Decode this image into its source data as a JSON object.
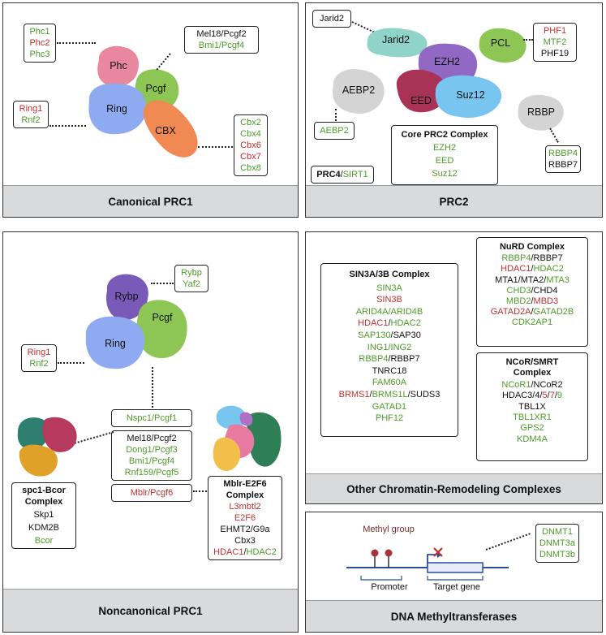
{
  "panels": {
    "canonical_prc1": {
      "title": "Canonical PRC1",
      "blobs": {
        "phc": "Phc",
        "pcgf": "Pcgf",
        "ring": "Ring",
        "cbx": "CBX"
      },
      "phc_list": [
        "Phc1",
        "Phc2",
        "Phc3"
      ],
      "pcgf_list": [
        "Mel18/Pcgf2",
        "Bmi1/Pcgf4"
      ],
      "ring_list": [
        "Ring1",
        "Rnf2"
      ],
      "cbx_list": [
        "Cbx2",
        "Cbx4",
        "Cbx6",
        "Cbx7",
        "Cbx8"
      ]
    },
    "prc2": {
      "title": "PRC2",
      "blobs": {
        "jarid2": "Jarid2",
        "ezh2": "EZH2",
        "pcl": "PCL",
        "aebp2": "AEBP2",
        "eed": "EED",
        "suz12": "Suz12",
        "rbbp": "RBBP"
      },
      "jarid2_label": "Jarid2",
      "aebp2_label": "AEBP2",
      "pcl_list": [
        "PHF1",
        "MTF2",
        "PHF19"
      ],
      "core_title": "Core PRC2 Complex",
      "core_list": [
        "EZH2",
        "EED",
        "Suz12"
      ],
      "rbbp_list": [
        "RBBP4",
        "RBBP7"
      ],
      "prc4": {
        "a": "PRC4",
        "sep": "/",
        "b": "SIRT1"
      }
    },
    "noncanonical_prc1": {
      "title": "Noncanonical PRC1",
      "blobs": {
        "rybp": "Rybp",
        "pcgf": "Pcgf",
        "ring": "Ring"
      },
      "rybp_list": [
        "Rybp",
        "Yaf2"
      ],
      "ring_list": [
        "Ring1",
        "Rnf2"
      ],
      "nspc1": "Nspc1/Pcgf1",
      "pcgf_list": [
        "Mel18/Pcgf2",
        "Dong1/Pcgf3",
        "Bmi1/Pcgf4",
        "Rnf159/Pcgf5"
      ],
      "mblr": "Mblr/Pcgf6",
      "spc1_title": [
        "spc1-Bcor",
        "Complex"
      ],
      "spc1_list": [
        "Skp1",
        "KDM2B",
        "Bcor"
      ],
      "mblr_title": [
        "Mblr-E2F6",
        "Complex"
      ],
      "mblr_list": [
        "L3mbtl2",
        "E2F6",
        "EHMT2/G9a",
        "Cbx3"
      ],
      "mblr_hdac": {
        "a": "HDAC1",
        "sep": "/",
        "b": "HDAC2"
      }
    },
    "other": {
      "title": "Other Chromatin-Remodeling Complexes",
      "sin3_title": "SIN3A/3B Complex",
      "nurd_title": "NuRD Complex",
      "ncor_title": [
        "NCoR/SMRT",
        "Complex"
      ]
    },
    "dnmt": {
      "title": "DNA Methyltransferases",
      "methyl_label": "Methyl group",
      "promoter": "Promoter",
      "target": "Target gene",
      "list": [
        "DNMT1",
        "DNMT3a",
        "DNMT3b"
      ]
    }
  },
  "colors": {
    "green": "#4f9a2a",
    "red": "#c0302f",
    "black": "#111111",
    "phc": "#e9879f",
    "pcgf": "#8dc654",
    "ring": "#8eaaf0",
    "cbx": "#f08a52",
    "jarid2": "#8fd3c9",
    "ezh2": "#9168c4",
    "pcl": "#8dc654",
    "aebp2": "#d4d4d4",
    "eed": "#a83356",
    "suz12": "#78c6ef",
    "rbbp": "#d4d4d4",
    "rybp": "#7a5ab8"
  }
}
